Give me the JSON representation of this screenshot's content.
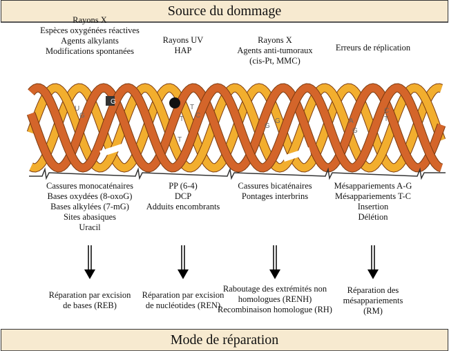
{
  "header": {
    "title": "Source du dommage"
  },
  "footer": {
    "title": "Mode de réparation"
  },
  "columns": [
    {
      "sources": [
        "Rayons X",
        "Espèces oxygénées réactives",
        "Agents alkylants",
        "Modifications spontanées"
      ],
      "lesions": [
        "Cassures monocaténaires",
        "Bases oxydées (8-oxoG)",
        "Bases alkylées (7-mG)",
        "Sites abasiques",
        "Uracil"
      ],
      "repair": [
        "Réparation par excision",
        "de bases (REB)"
      ]
    },
    {
      "sources": [
        "Rayons UV",
        "HAP"
      ],
      "lesions": [
        "PP (6-4)",
        "DCP",
        "Adduits encombrants"
      ],
      "repair": [
        "Réparation par excision",
        "de nucléotides (REN)"
      ]
    },
    {
      "sources": [
        "Rayons X",
        "Agents anti-tumoraux",
        "(cis-Pt, MMC)"
      ],
      "lesions": [
        "Cassures bicaténaires",
        "Pontages interbrins"
      ],
      "repair": [
        "Raboutage des extrémités non",
        "homologues (RENH)",
        "Recombinaison homologue (RH)"
      ]
    },
    {
      "sources": [
        "Erreurs de réplication"
      ],
      "lesions": [
        "Mésappariements A-G",
        "Mésappariements T-C",
        "Insertion",
        "Délétion"
      ],
      "repair": [
        "Réparation des",
        "mésappariements",
        "(RM)"
      ]
    }
  ],
  "bases": [
    "U",
    "G",
    "G",
    "T",
    "T",
    "T",
    "C",
    "G",
    "G",
    "A",
    "G",
    "C",
    "T"
  ],
  "colors": {
    "strand_light": "#f2ae2e",
    "strand_dark": "#d4652a",
    "band": "#f7ead0"
  }
}
